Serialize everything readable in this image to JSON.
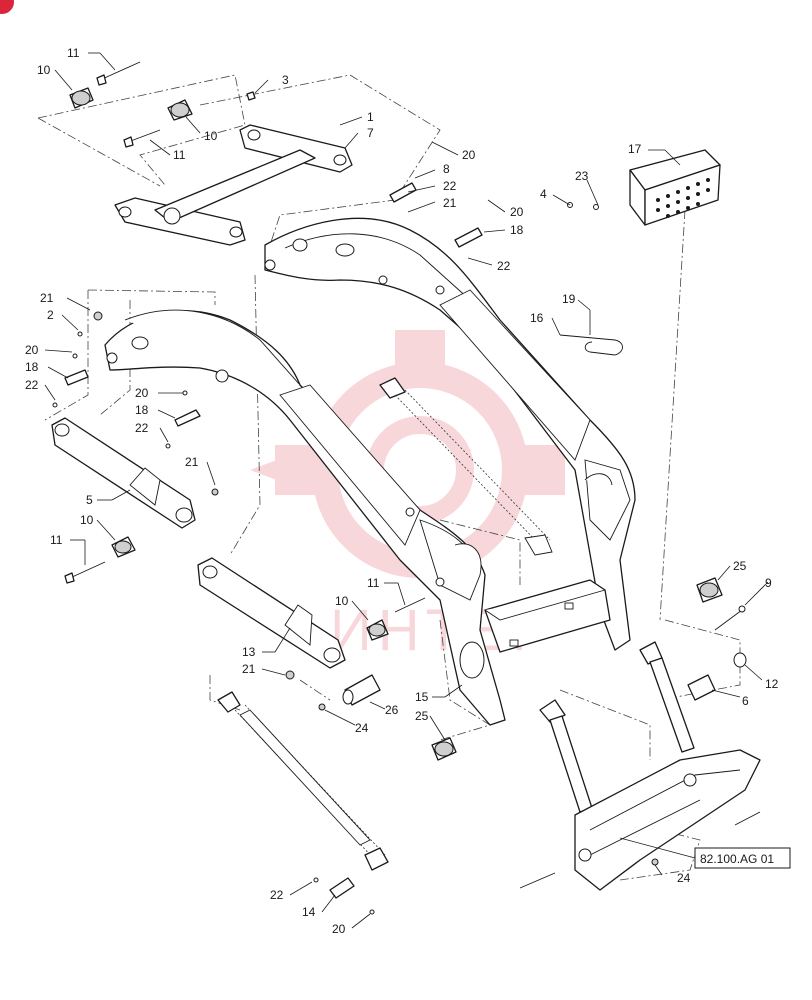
{
  "diagram": {
    "reference_label": "82.100.AG 01",
    "watermark_text": "ИНТЕР",
    "accent_color": "#d9263a",
    "callouts": [
      {
        "id": "c11a",
        "text": "11"
      },
      {
        "id": "c10a",
        "text": "10"
      },
      {
        "id": "c3",
        "text": "3"
      },
      {
        "id": "c10b",
        "text": "10"
      },
      {
        "id": "c11b",
        "text": "11"
      },
      {
        "id": "c1",
        "text": "1"
      },
      {
        "id": "c7",
        "text": "7"
      },
      {
        "id": "c20a",
        "text": "20"
      },
      {
        "id": "c8",
        "text": "8"
      },
      {
        "id": "c22a",
        "text": "22"
      },
      {
        "id": "c21a",
        "text": "21"
      },
      {
        "id": "c20b",
        "text": "20"
      },
      {
        "id": "c18a",
        "text": "18"
      },
      {
        "id": "c22b",
        "text": "22"
      },
      {
        "id": "c17",
        "text": "17"
      },
      {
        "id": "c23",
        "text": "23"
      },
      {
        "id": "c4",
        "text": "4"
      },
      {
        "id": "c21b",
        "text": "21"
      },
      {
        "id": "c2",
        "text": "2"
      },
      {
        "id": "c20c",
        "text": "20"
      },
      {
        "id": "c18b",
        "text": "18"
      },
      {
        "id": "c22c",
        "text": "22"
      },
      {
        "id": "c19",
        "text": "19"
      },
      {
        "id": "c16",
        "text": "16"
      },
      {
        "id": "c20d",
        "text": "20"
      },
      {
        "id": "c18c",
        "text": "18"
      },
      {
        "id": "c22d",
        "text": "22"
      },
      {
        "id": "c21c",
        "text": "21"
      },
      {
        "id": "c5",
        "text": "5"
      },
      {
        "id": "c10c",
        "text": "10"
      },
      {
        "id": "c11c",
        "text": "11"
      },
      {
        "id": "c11d",
        "text": "11"
      },
      {
        "id": "c10d",
        "text": "10"
      },
      {
        "id": "c25a",
        "text": "25"
      },
      {
        "id": "c9",
        "text": "9"
      },
      {
        "id": "c13",
        "text": "13"
      },
      {
        "id": "c21d",
        "text": "21"
      },
      {
        "id": "c12",
        "text": "12"
      },
      {
        "id": "c6",
        "text": "6"
      },
      {
        "id": "c26",
        "text": "26"
      },
      {
        "id": "c24a",
        "text": "24"
      },
      {
        "id": "c15",
        "text": "15"
      },
      {
        "id": "c25b",
        "text": "25"
      },
      {
        "id": "c24b",
        "text": "24"
      },
      {
        "id": "c22e",
        "text": "22"
      },
      {
        "id": "c14",
        "text": "14"
      },
      {
        "id": "c20e",
        "text": "20"
      }
    ]
  }
}
